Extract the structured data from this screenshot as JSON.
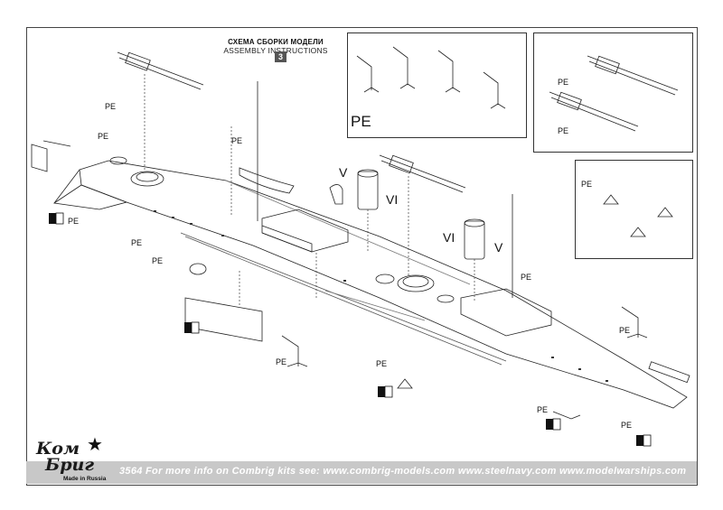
{
  "header": {
    "title_ru": "СХЕМА СБОРКИ МОДЕЛИ",
    "title_en": "ASSEMBLY INSTRUCTIONS",
    "step_number": "3"
  },
  "insets": {
    "pe_inset_label": "PE"
  },
  "labels": {
    "pe": "PE",
    "roman_five": "V",
    "roman_six": "VI"
  },
  "footer": {
    "text": "3564   For more info on Combrig kits see:    www.combrig-models.com    www.steelnavy.com    www.modelwarships.com"
  },
  "logo": {
    "line1": "Ком",
    "line2": "Бриг",
    "tagline": "Made in Russia"
  }
}
